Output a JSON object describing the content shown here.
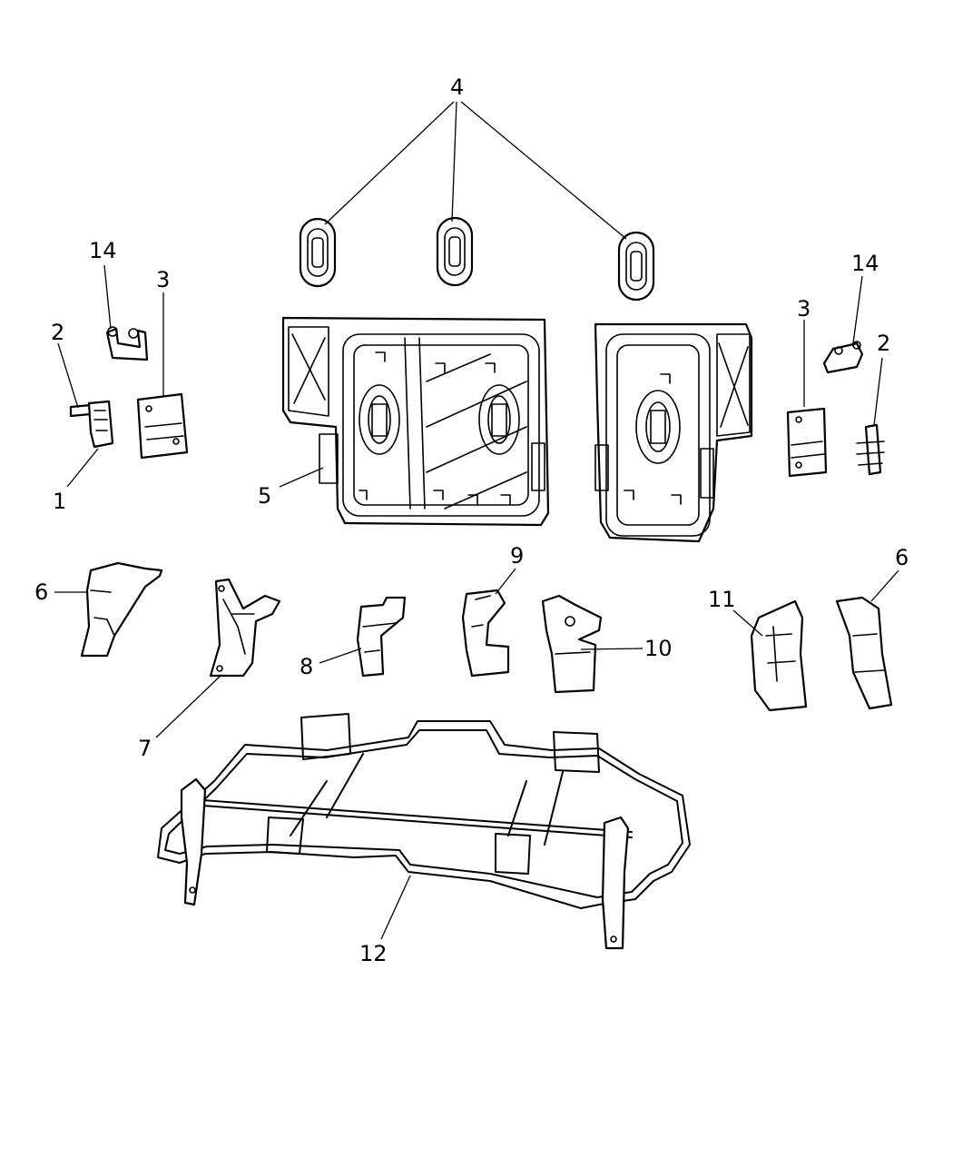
{
  "callouts": {
    "c1": "1",
    "c2_left": "2",
    "c2_right": "2",
    "c3_left": "3",
    "c3_right": "3",
    "c4": "4",
    "c5": "5",
    "c6_left": "6",
    "c6_right": "6",
    "c7": "7",
    "c8": "8",
    "c9": "9",
    "c10": "10",
    "c11": "11",
    "c12": "12",
    "c14_left": "14",
    "c14_right": "14"
  }
}
